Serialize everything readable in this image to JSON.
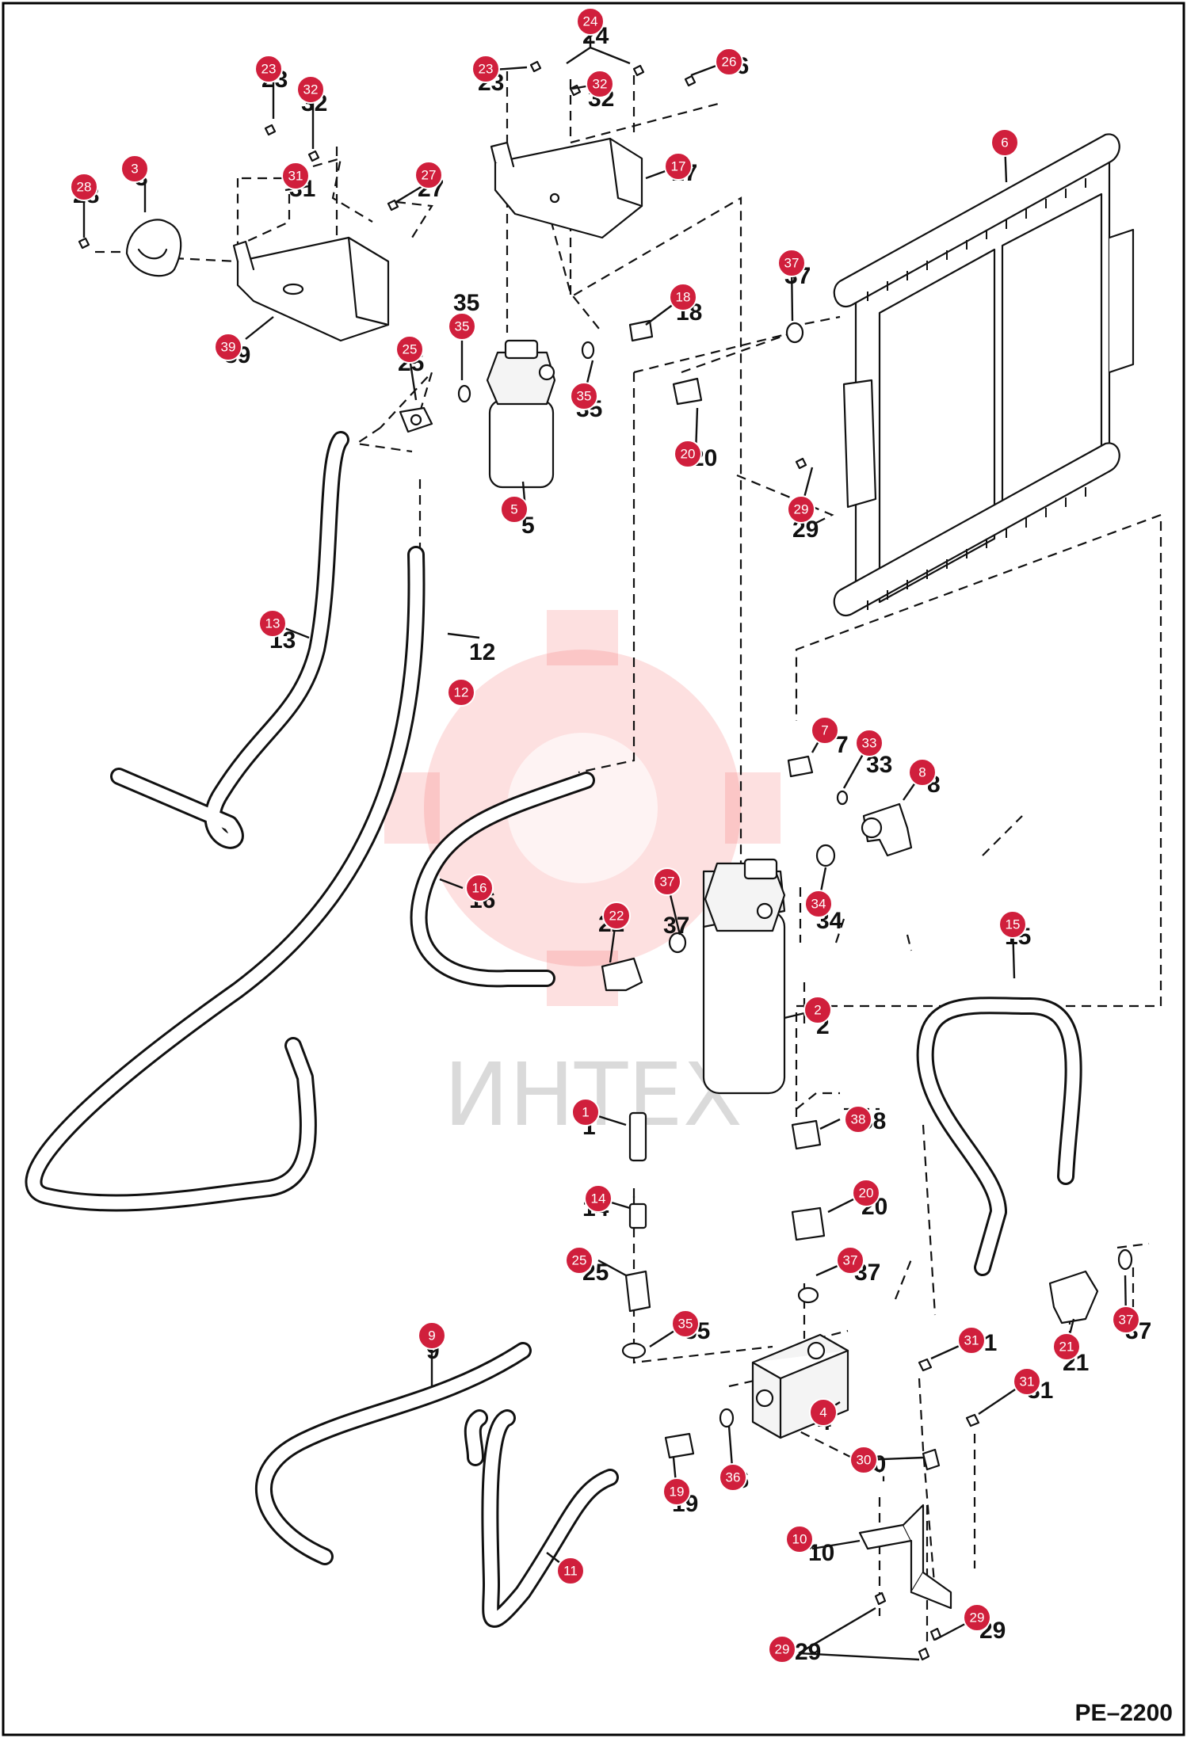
{
  "figure_code": "PE–2200",
  "watermark_text": "ИНТЕХ",
  "callout_color": "#d01f3c",
  "callouts": [
    {
      "id": 1,
      "label": "1"
    },
    {
      "id": 2,
      "label": "2"
    },
    {
      "id": 3,
      "label": "3"
    },
    {
      "id": 4,
      "label": "4"
    },
    {
      "id": 5,
      "label": "5"
    },
    {
      "id": 6,
      "label": "6"
    },
    {
      "id": 7,
      "label": "7"
    },
    {
      "id": 8,
      "label": "8"
    },
    {
      "id": 9,
      "label": "9"
    },
    {
      "id": 10,
      "label": "10"
    },
    {
      "id": 11,
      "label": "11"
    },
    {
      "id": 12,
      "label": "12"
    },
    {
      "id": 13,
      "label": "13"
    },
    {
      "id": 14,
      "label": "14"
    },
    {
      "id": 15,
      "label": "15"
    },
    {
      "id": 16,
      "label": "16"
    },
    {
      "id": 17,
      "label": "17"
    },
    {
      "id": 18,
      "label": "18"
    },
    {
      "id": 19,
      "label": "19"
    },
    {
      "id": 20,
      "label": "20"
    },
    {
      "id": 21,
      "label": "21"
    },
    {
      "id": 22,
      "label": "22"
    },
    {
      "id": 23,
      "label": "23"
    },
    {
      "id": 24,
      "label": "24"
    },
    {
      "id": 25,
      "label": "25"
    },
    {
      "id": 26,
      "label": "26"
    },
    {
      "id": 27,
      "label": "27"
    },
    {
      "id": 28,
      "label": "28"
    },
    {
      "id": 29,
      "label": "29"
    },
    {
      "id": 30,
      "label": "30"
    },
    {
      "id": 31,
      "label": "31"
    },
    {
      "id": 32,
      "label": "32"
    },
    {
      "id": 33,
      "label": "33"
    },
    {
      "id": 34,
      "label": "34"
    },
    {
      "id": 35,
      "label": "35"
    },
    {
      "id": 36,
      "label": "36"
    },
    {
      "id": 37,
      "label": "37"
    },
    {
      "id": 38,
      "label": "38"
    },
    {
      "id": 39,
      "label": "39"
    }
  ]
}
